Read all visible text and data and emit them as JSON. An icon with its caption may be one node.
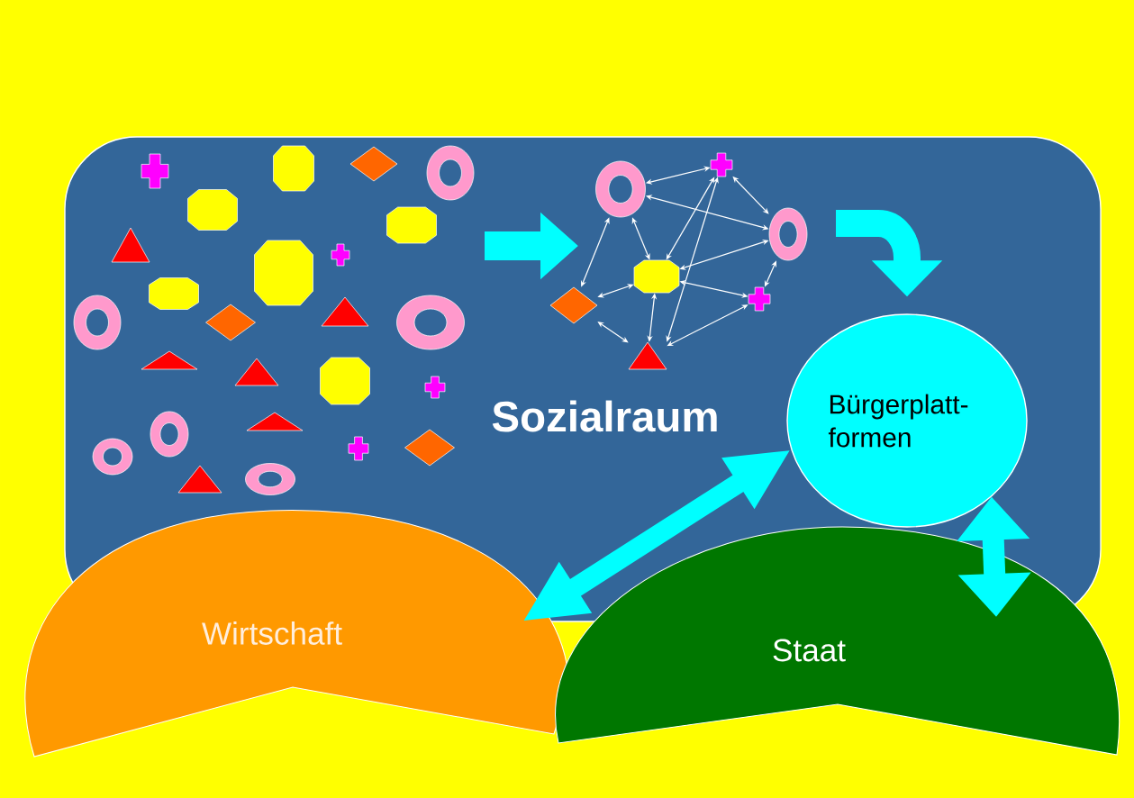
{
  "diagram": {
    "nodes": [
      {
        "text": [
          "Sozialraum"
        ]
      },
      {
        "text": [
          "Bürgerplatt- formen"
        ],
        "in": 0
      },
      {
        "text": [
          "Wirtschaft"
        ]
      },
      {
        "text": [
          "Staat"
        ]
      },
      {
        "text": [],
        "shape": "ring",
        "in": 0
      },
      {
        "text": [],
        "shape": "cross",
        "in": 0
      },
      {
        "text": [],
        "shape": "ring",
        "in": 0
      },
      {
        "text": [],
        "shape": "octagon",
        "in": 0
      },
      {
        "text": [],
        "shape": "diamond",
        "in": 0
      },
      {
        "text": [],
        "shape": "cross",
        "in": 0
      },
      {
        "text": [],
        "shape": "triangle",
        "in": 0
      }
    ],
    "edges": [
      {
        "from": 4,
        "to": 5,
        "arrow": "both"
      },
      {
        "from": 4,
        "to": 6,
        "arrow": "both"
      },
      {
        "from": 4,
        "to": 8,
        "arrow": "both"
      },
      {
        "from": 4,
        "to": 7,
        "arrow": "both"
      },
      {
        "from": 5,
        "to": 7,
        "arrow": "both"
      },
      {
        "from": 5,
        "to": 10,
        "arrow": "both"
      },
      {
        "from": 5,
        "to": 6,
        "arrow": "both"
      },
      {
        "from": 6,
        "to": 7,
        "arrow": "both"
      },
      {
        "from": 6,
        "to": 9,
        "arrow": "both"
      },
      {
        "from": 7,
        "to": 8,
        "arrow": "both"
      },
      {
        "from": 7,
        "to": 9,
        "arrow": "both"
      },
      {
        "from": 7,
        "to": 10,
        "arrow": "both"
      },
      {
        "from": 8,
        "to": 10,
        "arrow": "both"
      },
      {
        "from": 9,
        "to": 10,
        "arrow": "both"
      },
      {
        "from": 1,
        "to": 2,
        "arrow": "both",
        "style": "thick",
        "color": "#00ffff"
      },
      {
        "from": 1,
        "to": 3,
        "arrow": "both",
        "style": "thick",
        "color": "#00ffff"
      },
      {
        "from": null,
        "to": 1,
        "arrow": "to",
        "style": "thick",
        "color": "#00ffff"
      }
    ]
  }
}
